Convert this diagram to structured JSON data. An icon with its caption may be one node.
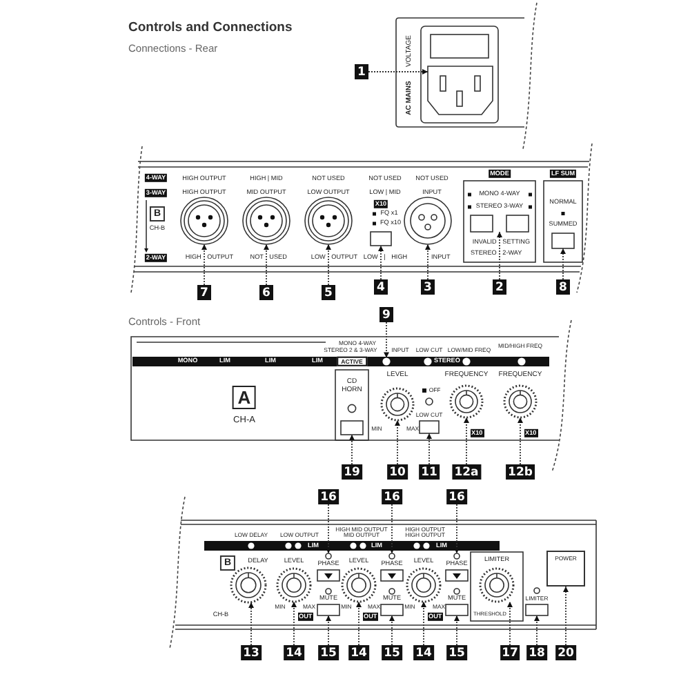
{
  "diagram": {
    "title": "Controls and Connections",
    "nodes": [
      {
        "text": [
          "1"
        ]
      },
      {
        "text": [
          "7"
        ]
      },
      {
        "text": [
          "6"
        ]
      },
      {
        "text": [
          "5"
        ]
      },
      {
        "text": [
          "4"
        ]
      },
      {
        "text": [
          "3"
        ]
      },
      {
        "text": [
          "2"
        ]
      },
      {
        "text": [
          "8"
        ]
      },
      {
        "text": [
          "9"
        ]
      },
      {
        "text": [
          "19"
        ]
      },
      {
        "text": [
          "10"
        ]
      },
      {
        "text": [
          "11"
        ]
      },
      {
        "text": [
          "12a"
        ]
      },
      {
        "text": [
          "12b"
        ]
      },
      {
        "text": [
          "16"
        ]
      },
      {
        "text": [
          "16"
        ]
      },
      {
        "text": [
          "16"
        ]
      },
      {
        "text": [
          "13"
        ]
      },
      {
        "text": [
          "14"
        ]
      },
      {
        "text": [
          "15"
        ]
      },
      {
        "text": [
          "14"
        ]
      },
      {
        "text": [
          "15"
        ]
      },
      {
        "text": [
          "14"
        ]
      },
      {
        "text": [
          "15"
        ]
      },
      {
        "text": [
          "17"
        ]
      },
      {
        "text": [
          "18"
        ]
      },
      {
        "text": [
          "20"
        ]
      },
      {
        "text": [],
        "shape": "box"
      },
      {
        "text": [],
        "shape": "circle"
      },
      {
        "text": [],
        "shape": "circle"
      },
      {
        "text": [],
        "shape": "circle"
      },
      {
        "text": [],
        "shape": "box"
      },
      {
        "text": [],
        "shape": "circle"
      },
      {
        "text": [],
        "shape": "box"
      },
      {
        "text": [],
        "shape": "box"
      },
      {
        "text": [],
        "shape": "circle"
      },
      {
        "text": [],
        "shape": "box"
      },
      {
        "text": [],
        "shape": "circle"
      },
      {
        "text": [],
        "shape": "box"
      },
      {
        "text": [],
        "shape": "circle"
      },
      {
        "text": [],
        "shape": "circle"
      },
      {
        "text": [],
        "shape": "circle"
      },
      {
        "text": [],
        "shape": "circle"
      },
      {
        "text": [],
        "shape": "circle"
      },
      {
        "text": [],
        "shape": "circle"
      },
      {
        "text": [],
        "shape": "circle"
      },
      {
        "text": [],
        "shape": "box"
      },
      {
        "text": [],
        "shape": "circle"
      },
      {
        "text": [],
        "shape": "box"
      },
      {
        "text": [],
        "shape": "circle"
      },
      {
        "text": [],
        "shape": "box"
      },
      {
        "text": [],
        "shape": "circle"
      },
      {
        "text": [],
        "shape": "box"
      },
      {
        "text": [
          "POWER"
        ]
      }
    ],
    "edges": [
      {
        "from": 0,
        "to": 27,
        "arrow": "to"
      },
      {
        "from": 1,
        "to": 28,
        "arrow": "to"
      },
      {
        "from": 2,
        "to": 29,
        "arrow": "to"
      },
      {
        "from": 3,
        "to": 30,
        "arrow": "to"
      },
      {
        "from": 4,
        "to": 31,
        "arrow": "to"
      },
      {
        "from": 5,
        "to": 32,
        "arrow": "to"
      },
      {
        "from": 6,
        "to": 33,
        "arrow": "to"
      },
      {
        "from": 7,
        "to": 34,
        "arrow": "to"
      },
      {
        "from": 8,
        "to": 35,
        "arrow": "to"
      },
      {
        "from": 9,
        "to": 36,
        "arrow": "to"
      },
      {
        "from": 10,
        "to": 37,
        "arrow": "to"
      },
      {
        "from": 11,
        "to": 38,
        "arrow": "to"
      },
      {
        "from": 12,
        "to": 39,
        "arrow": "to"
      },
      {
        "from": 13,
        "to": 40,
        "arrow": "to"
      },
      {
        "from": 14,
        "to": 41,
        "arrow": "to"
      },
      {
        "from": 15,
        "to": 42,
        "arrow": "to"
      },
      {
        "from": 16,
        "to": 43,
        "arrow": "to"
      },
      {
        "from": 17,
        "to": 44,
        "arrow": "to"
      },
      {
        "from": 18,
        "to": 45,
        "arrow": "to"
      },
      {
        "from": 19,
        "to": 46,
        "arrow": "to"
      },
      {
        "from": 20,
        "to": 47,
        "arrow": "to"
      },
      {
        "from": 21,
        "to": 48,
        "arrow": "to"
      },
      {
        "from": 22,
        "to": 49,
        "arrow": "to"
      },
      {
        "from": 23,
        "to": 50,
        "arrow": "to"
      },
      {
        "from": 24,
        "to": 51,
        "arrow": "to"
      },
      {
        "from": 25,
        "to": 52,
        "arrow": "to"
      },
      {
        "from": 26,
        "to": 53,
        "arrow": "to"
      }
    ],
    "labels": [
      "Connections - Rear",
      "VOLTAGE",
      "AC MAINS",
      "4-WAY",
      "HIGH OUTPUT",
      "HIGH | MID",
      "NOT USED",
      "NOT USED",
      "NOT USED",
      "MODE",
      "LF SUM",
      "3-WAY",
      "HIGH OUTPUT",
      "MID OUTPUT",
      "LOW OUTPUT",
      "LOW | MID",
      "INPUT",
      "MONO 4-WAY",
      "X10",
      "NORMAL",
      "STEREO 3-WAY",
      "B",
      "FQ x1",
      "FQ x10",
      "SUMMED",
      "CH-B",
      "INVALID SETTING",
      "STEREO 2-WAY",
      "2-WAY",
      "HIGH OUTPUT",
      "NOT USED",
      "LOW OUTPUT",
      "LOW | HIGH",
      "INPUT",
      "Controls - Front",
      "MONO 4-WAY",
      "MID/HIGH FREQ",
      "STEREO 2 & 3-WAY",
      "INPUT",
      "LOW CUT",
      "LOW/MID FREQ",
      "MONO",
      "LIM",
      "LIM",
      "LIM",
      "ACTIVE",
      "STEREO",
      "LEVEL",
      "FREQUENCY",
      "FREQUENCY",
      "CD HORN",
      "OFF",
      "A",
      "LOW CUT",
      "CH-A",
      "MIN",
      "MAX",
      "X10",
      "X10",
      "HIGH MID OUTPUT",
      "HIGH OUTPUT",
      "LOW DELAY",
      "LOW OUTPUT",
      "MID OUTPUT",
      "HIGH OUTPUT",
      "LIM",
      "LIM",
      "LIM",
      "B",
      "DELAY",
      "LEVEL",
      "PHASE",
      "LEVEL",
      "PHASE",
      "LEVEL",
      "PHASE",
      "LIMITER",
      "MUTE",
      "MUTE",
      "MUTE",
      "LIMITER",
      "MIN",
      "MAX",
      "MIN",
      "MAX",
      "MIN",
      "MAX",
      "CH-B",
      "OUT",
      "OUT",
      "OUT",
      "THRESHOLD"
    ]
  }
}
